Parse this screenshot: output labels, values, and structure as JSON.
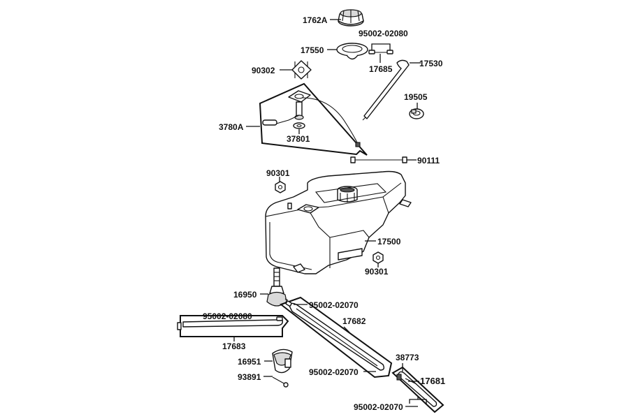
{
  "parts": {
    "cap": "1762A",
    "cap_gasket": "17550",
    "fuel_pump_bolt": "90302",
    "pipe_clamp_top": "95002-02080",
    "pipe_fitting": "17685",
    "breather_pipe": "17530",
    "hose_clip": "19505",
    "fuel_gauge_assy": "3780A",
    "gauge_gasket": "37801",
    "tank_bolt": "90111",
    "nut_left": "90301",
    "fuel_tank": "17500",
    "nut_right": "90301",
    "fuel_cock": "16950",
    "clamp_left": "95002-02080",
    "hose_left": "17683",
    "clamp_mid_top": "95002-02070",
    "fuel_hose_long": "17682",
    "cock_bracket": "16951",
    "bracket_screw": "93891",
    "clamp_mid_bottom": "95002-02070",
    "strap": "38773",
    "hose_short": "17681",
    "clamp_bottom": "95002-02070"
  }
}
